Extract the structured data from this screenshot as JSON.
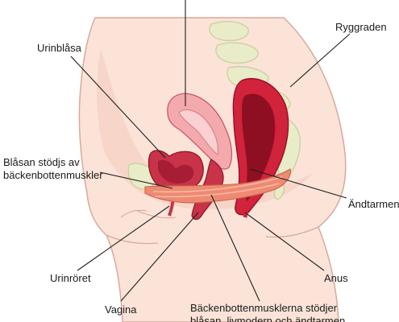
{
  "labels": {
    "urinblasa": "Urinblåsa",
    "ryggraden": "Ryggraden",
    "blasan_stods_line1": "Blåsan stödjs av",
    "blasan_stods_line2": "bäckenbottenmuskler",
    "andtarmen": "Ändtarmen",
    "urinroret": "Urinröret",
    "anus": "Anus",
    "vagina": "Vagina",
    "backenbotten_line1": "Bäckenbottenmusklerna stödjer",
    "backenbotten_line2": "blåsan, livmodern och ändtarmen"
  },
  "colors": {
    "skin": "#fbe3d8",
    "skin_outline": "#d9a99a",
    "spine": "#e9ecc9",
    "spine_outline": "#c9cf9a",
    "uterus": "#f4a9ad",
    "uterus_inner": "#fbd0d2",
    "bladder": "#c8334a",
    "bladder_inner": "#a61d34",
    "rectum": "#d1233b",
    "rectum_inner": "#8f0f22",
    "muscle": "#ee8a72",
    "muscle_stripe": "#f7b9a8",
    "line": "#1f1f1f"
  }
}
